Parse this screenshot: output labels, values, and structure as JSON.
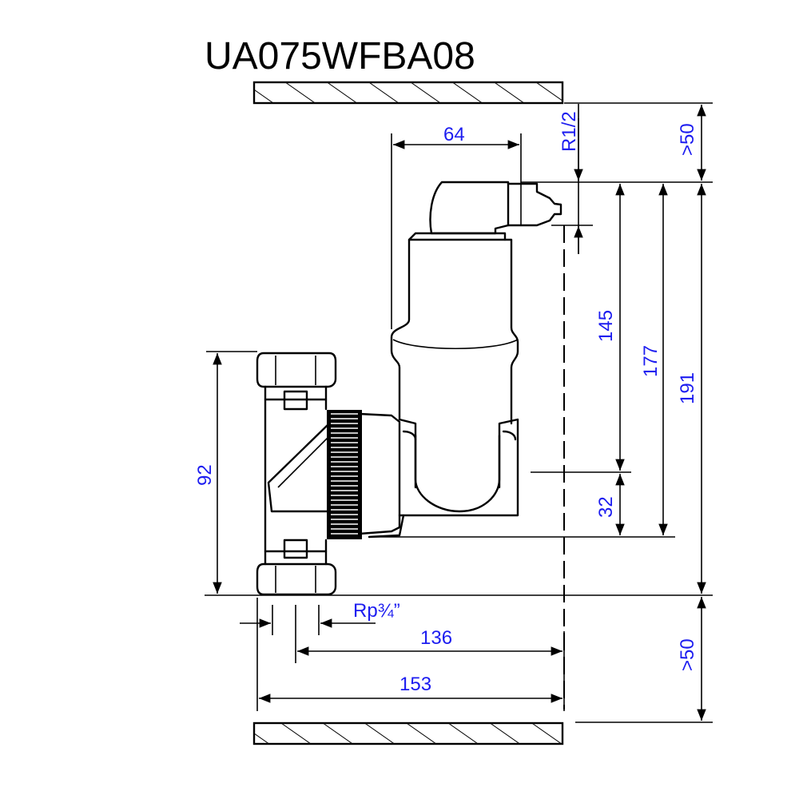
{
  "title": "UA075WFBA08",
  "dimensions": {
    "width_body": "64",
    "vent_thread": "R1/2",
    "top_clearance": ">50",
    "bottom_clearance": ">50",
    "height_vent_to_outlet": "145",
    "height_vent_to_base": "177",
    "height_overall": "191",
    "connection_height": "92",
    "outlet_offset": "32",
    "pipe_thread": "Rp¾”",
    "center_to_wall": "136",
    "overall_width": "153"
  },
  "colors": {
    "dimension_text": "#1c1cf0",
    "lines": "#000000"
  }
}
